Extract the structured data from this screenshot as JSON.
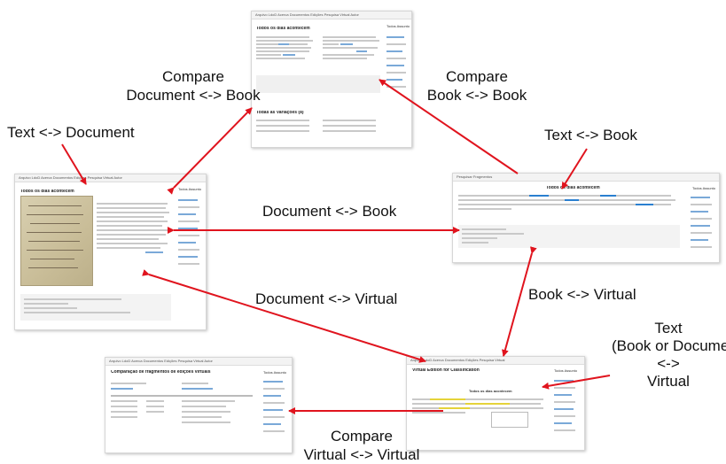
{
  "labels": {
    "compare_doc_book": [
      "Compare",
      "Document <-> Book"
    ],
    "compare_book_book": [
      "Compare",
      "Book <-> Book"
    ],
    "text_document": "Text <-> Document",
    "text_book": "Text <-> Book",
    "document_book": "Document <-> Book",
    "document_virtual": "Document <-> Virtual",
    "book_virtual": "Book <-> Virtual",
    "text_virtual": [
      "Text",
      "(Book or Document)",
      "<->",
      "Virtual"
    ],
    "compare_virtual_virtual": [
      "Compare",
      "Virtual <-> Virtual"
    ]
  },
  "screens": {
    "top": {
      "nav": "Arquivo LdoD   Acerca   Documentos   Edições   Pesquisa   Virtual   Autor",
      "title": "Todos os dias acontecem",
      "side_title": "Todos Assunto",
      "table_title": "Todas as Variações (8)"
    },
    "left": {
      "nav": "Arquivo LdoD   Acerca   Documentos   Edições   Pesquisa   Virtual   Autor",
      "title": "Todos os dias acontecem",
      "side_title": "Todos Assunto"
    },
    "right": {
      "nav": "Pesquisar Fragmentos",
      "title": "Todos os dias acontecem",
      "side_title": "Todos Assunto"
    },
    "bottom_left": {
      "nav": "Arquivo LdoD   Acerca   Documentos   Edições   Pesquisa   Virtual   Autor",
      "title": "Comparação de fragmentos de edições virtuais",
      "side_title": "Todos Assunto"
    },
    "bottom_right": {
      "nav": "Arquivo LdoD   Acerca   Documentos   Edições   Pesquisa   Virtual",
      "title": "Virtual Edition for Classification",
      "subtitle": "Todos os dias acontecem",
      "side_title": "Todos Assunto"
    }
  },
  "colors": {
    "arrow": "#e0141e",
    "highlight_blue": "#2a7fd0",
    "highlight_yellow": "#e5d33a"
  }
}
